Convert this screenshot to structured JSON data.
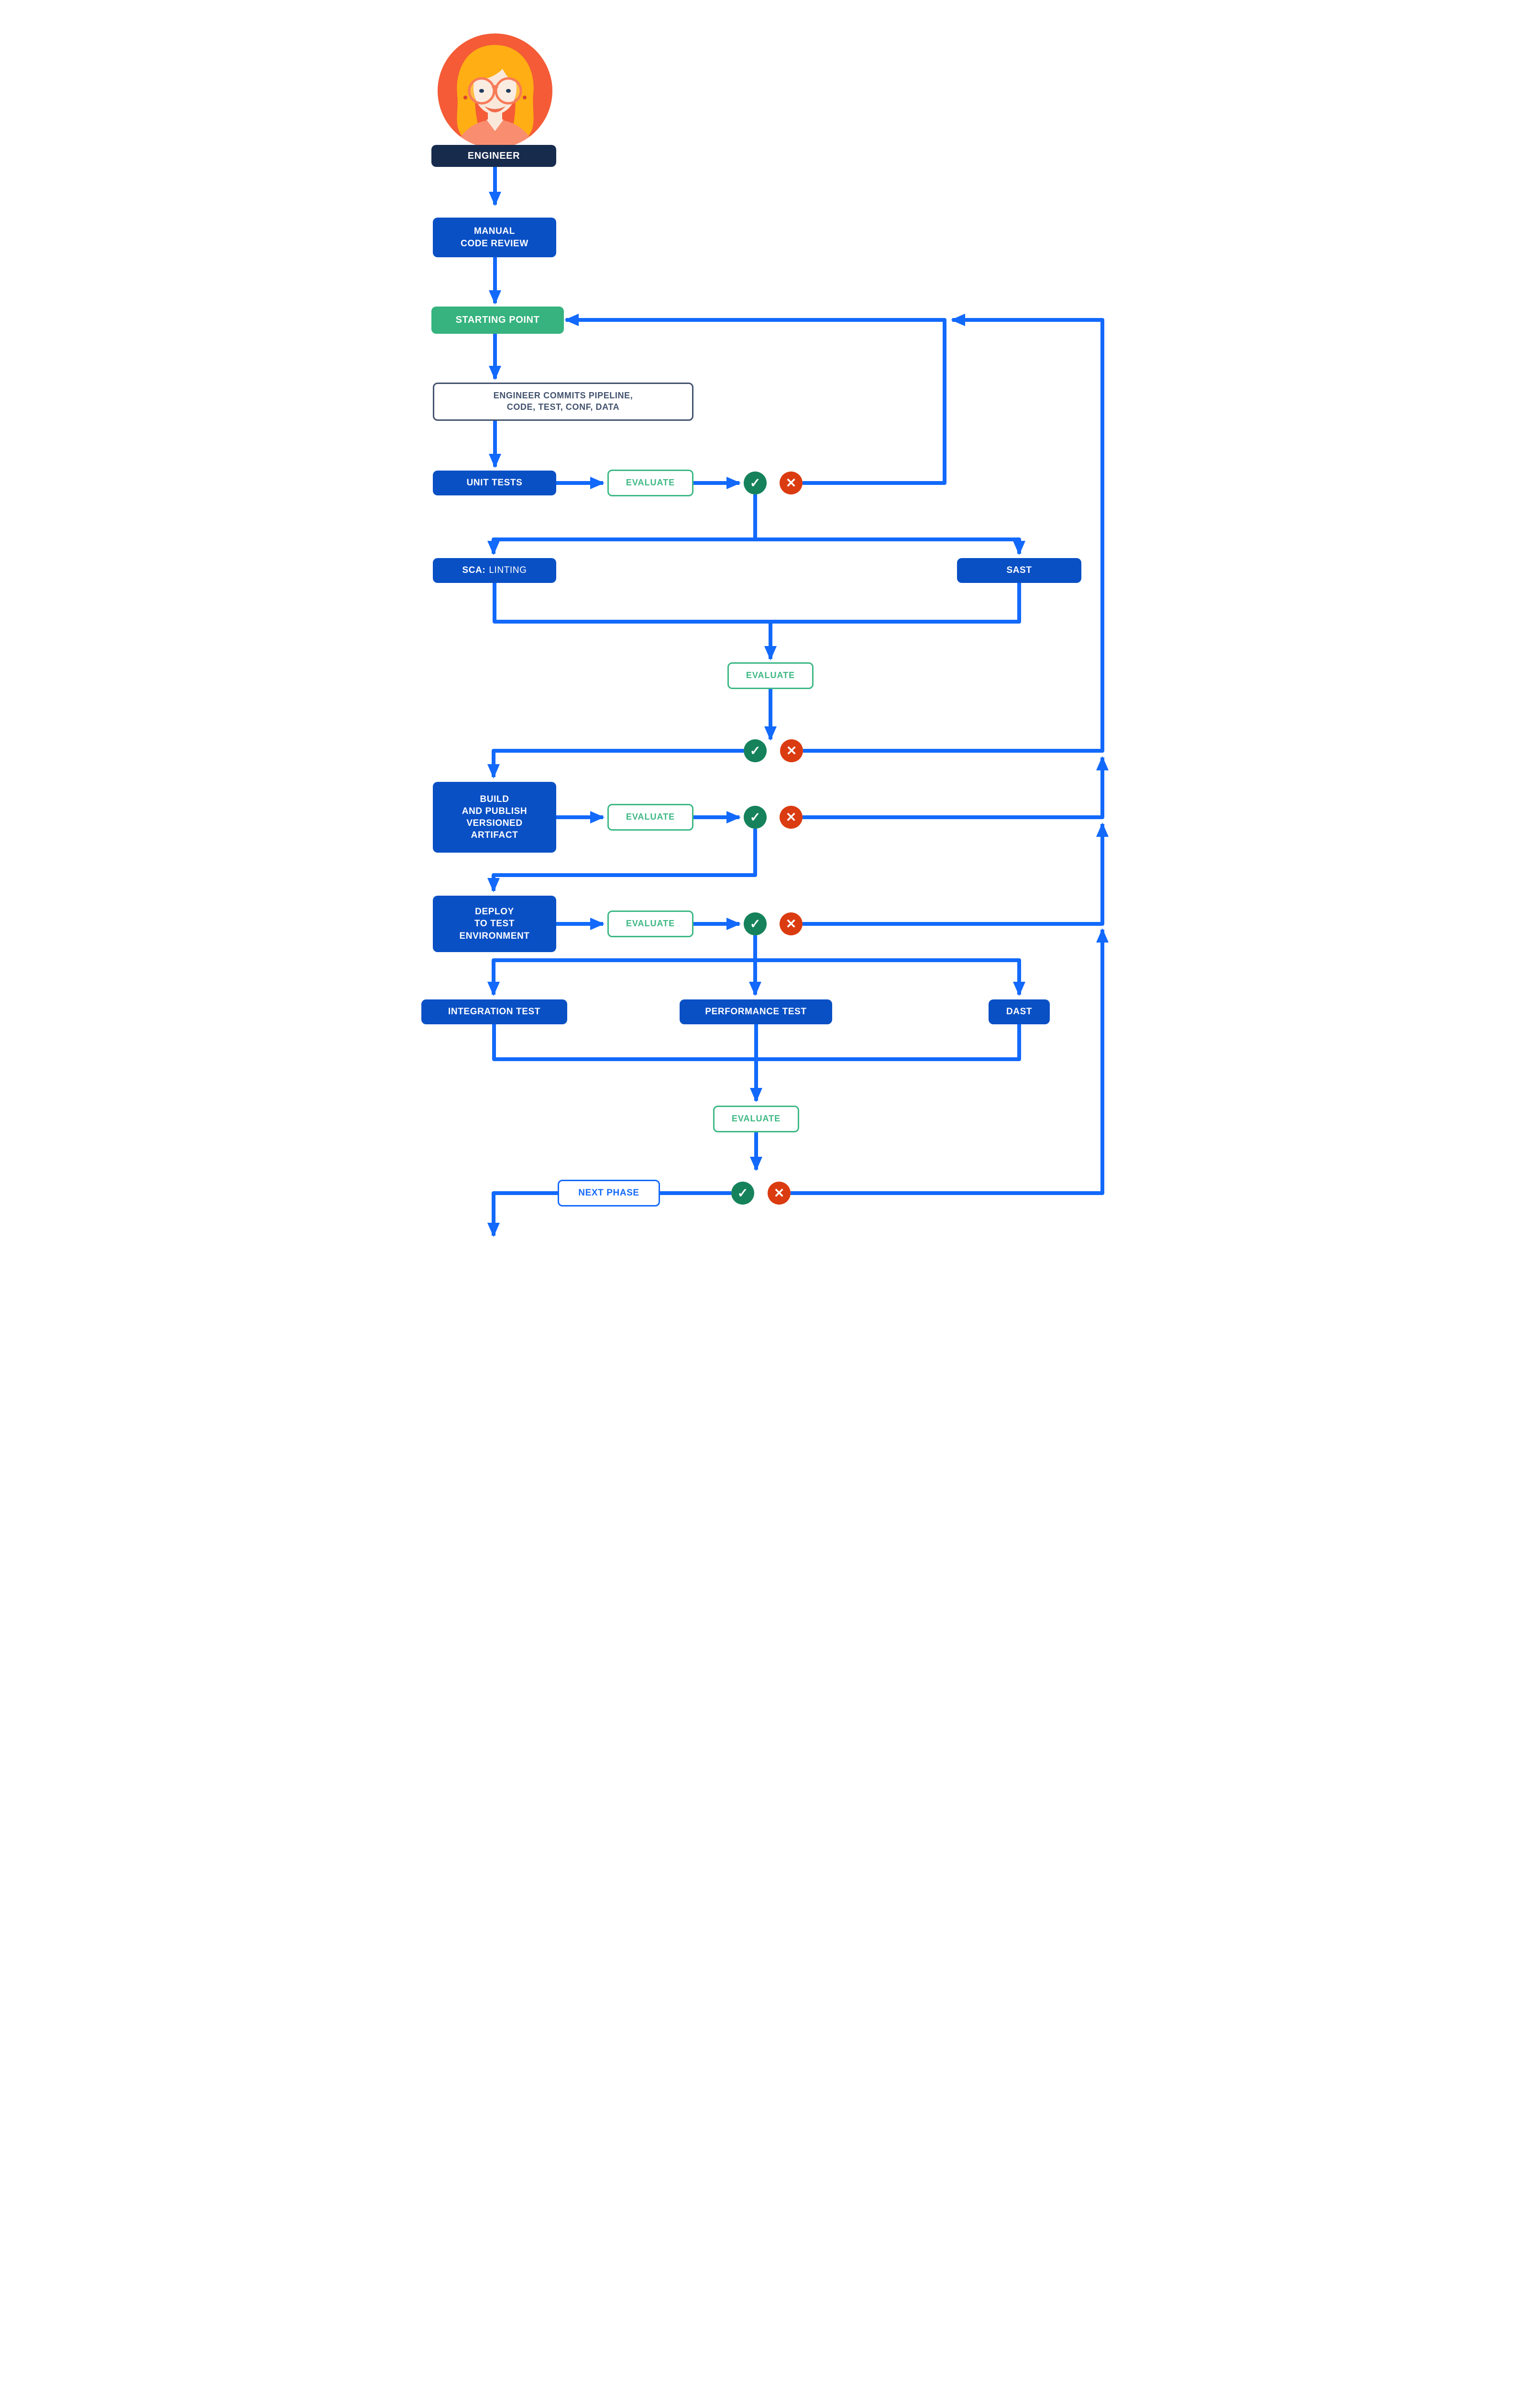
{
  "palette": {
    "line_blue": "#1269FB",
    "box_blue": "#0A50C5",
    "navy": "#172B4D",
    "outline_navy": "#42526E",
    "green": "#36B37E",
    "eval_green": "#3DB884",
    "check_green": "#15825B",
    "cross_red": "#DB3B10",
    "avatar_orange": "#F45B36",
    "avatar_hair": "#FFAE13",
    "avatar_skin": "#FAE8DB",
    "avatar_shirt": "#F98D6F",
    "avatar_feature": "#F87B58"
  },
  "icons": {
    "check": "✓",
    "cross": "✕"
  },
  "evaluate_label": "EVALUATE",
  "nodes": {
    "engineer": "ENGINEER",
    "manual_code_review": "MANUAL\nCODE REVIEW",
    "starting_point": "STARTING POINT",
    "commit_note": "ENGINEER COMMITS PIPELINE,\nCODE, TEST, CONF, DATA",
    "unit_tests": "UNIT TESTS",
    "sca_prefix": "SCA:",
    "sca_rest": "LINTING",
    "sast": "SAST",
    "build_artifact": "BUILD\nAND PUBLISH\nVERSIONED\nARTIFACT",
    "deploy_test": "DEPLOY\nTO TEST\nENVIRONMENT",
    "integration_test": "INTEGRATION TEST",
    "performance_test": "PERFORMANCE TEST",
    "dast": "DAST",
    "next_phase": "NEXT PHASE"
  }
}
